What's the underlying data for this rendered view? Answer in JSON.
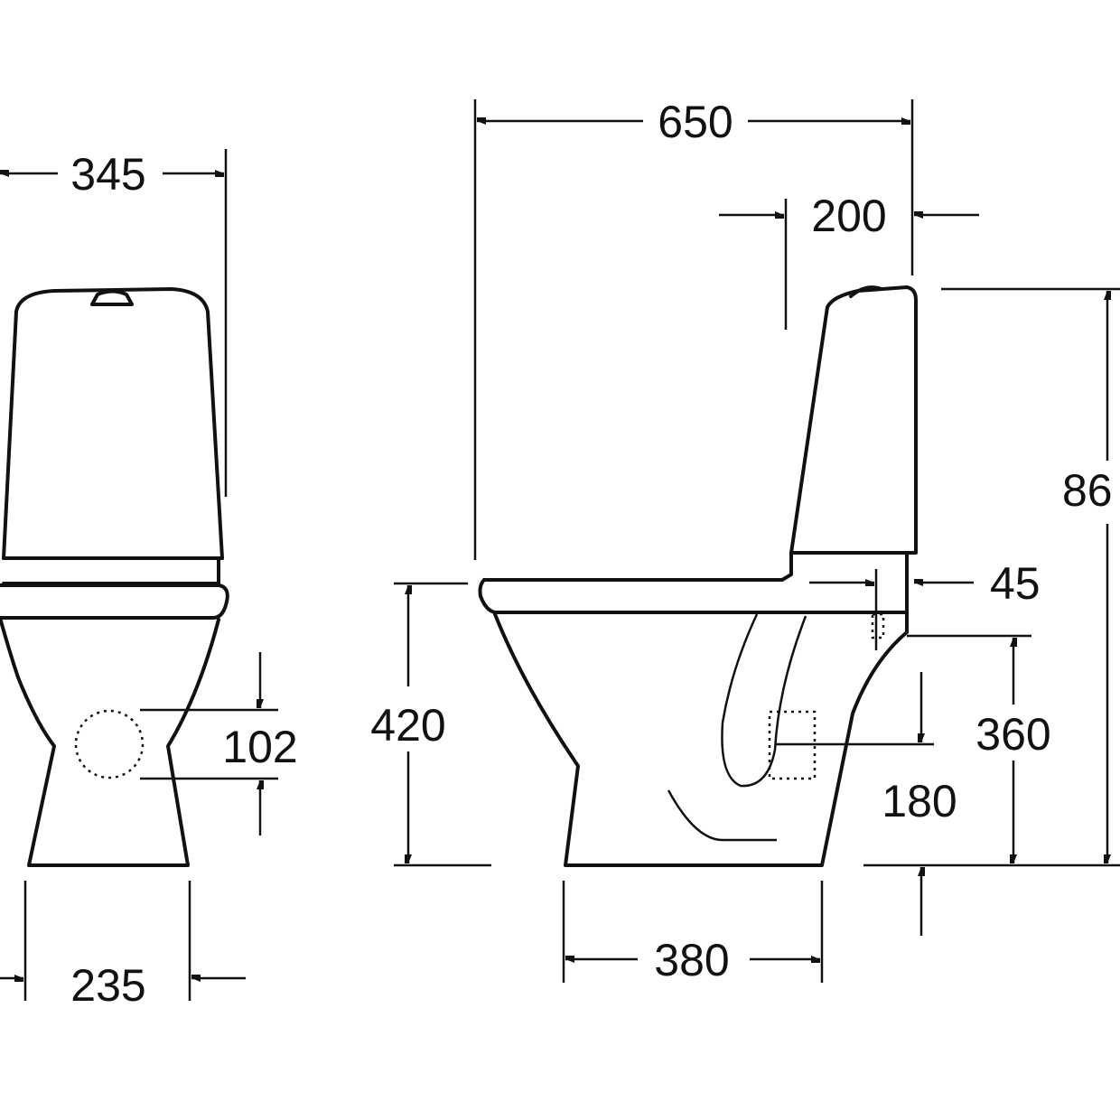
{
  "diagram": {
    "line_color": "#111111",
    "background_color": "#ffffff",
    "front_view": {
      "width": "345",
      "base_width": "235",
      "outlet_diameter": "102"
    },
    "side_view": {
      "depth": "650",
      "tank_depth": "200",
      "height": "86",
      "seat_height": "420",
      "rear_offset": "45",
      "connection_height": "360",
      "outlet_height": "180",
      "base_depth": "380"
    }
  }
}
